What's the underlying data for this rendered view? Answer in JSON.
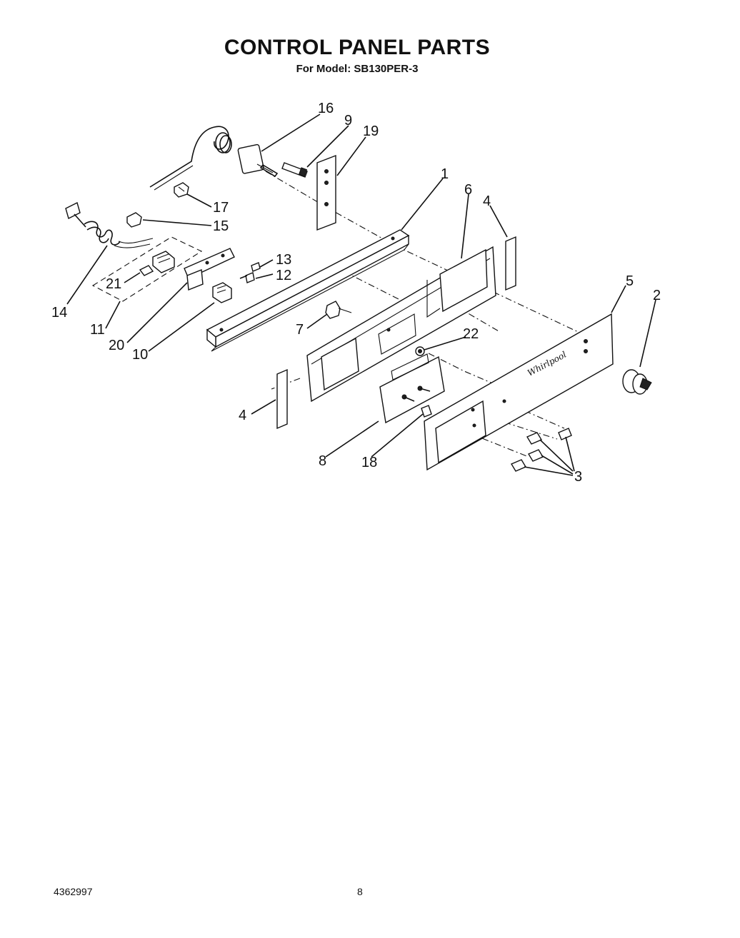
{
  "header": {
    "title": "CONTROL PANEL PARTS",
    "model": "For Model: SB130PER-3"
  },
  "callouts": {
    "c1": "1",
    "c2": "2",
    "c3": "3",
    "c4a": "4",
    "c4b": "4",
    "c5": "5",
    "c6": "6",
    "c7": "7",
    "c8": "8",
    "c9": "9",
    "c10": "10",
    "c11": "11",
    "c12": "12",
    "c13": "13",
    "c14": "14",
    "c15": "15",
    "c16": "16",
    "c17": "17",
    "c18": "18",
    "c19": "19",
    "c20": "20",
    "c21": "21",
    "c22": "22"
  },
  "footer": {
    "doc_number": "4362997",
    "page": "8"
  }
}
